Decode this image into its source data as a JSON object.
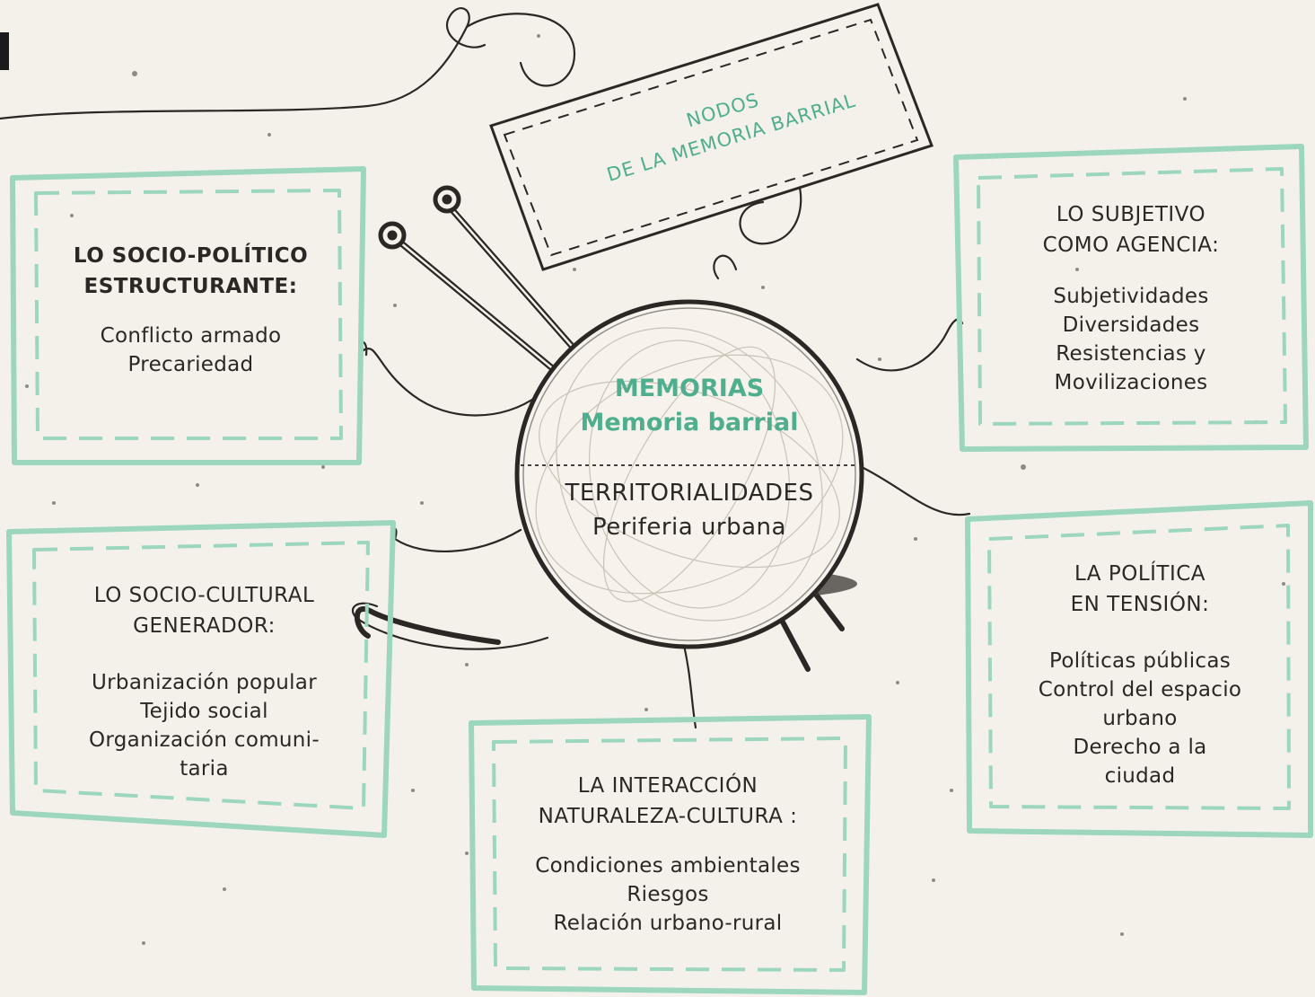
{
  "colors": {
    "accent": "#4fae8e",
    "frame": "#9cd6bd",
    "ink": "#2b2724",
    "paper": "#f4f1ea"
  },
  "tag": {
    "line1": "NODOS",
    "line2": "DE LA MEMORIA BARRIAL"
  },
  "center": {
    "top_title": "MEMORIAS",
    "top_subtitle": "Memoria barrial",
    "bottom_title": "TERRITORIALIDADES",
    "bottom_subtitle": "Periferia urbana"
  },
  "nodes": {
    "socio_politico": {
      "title1": "LO SOCIO-POLÍTICO",
      "title2": "ESTRUCTURANTE:",
      "items": [
        "Conflicto armado",
        "Precariedad"
      ]
    },
    "subjetivo": {
      "title1": "LO SUBJETIVO",
      "title2": "COMO AGENCIA:",
      "items": [
        "Subjetividades",
        "Diversidades",
        "Resistencias y",
        "Movilizaciones"
      ]
    },
    "socio_cultural": {
      "title1": "LO SOCIO-CULTURAL",
      "title2": "GENERADOR:",
      "items": [
        "Urbanización popular",
        "Tejido social",
        "Organización comuni-",
        "taria"
      ]
    },
    "politica": {
      "title1": "LA POLÍTICA",
      "title2": "EN TENSIÓN:",
      "items": [
        "Políticas públicas",
        "Control del espacio",
        "urbano",
        "Derecho a la",
        "ciudad"
      ]
    },
    "interaccion": {
      "title1": "LA INTERACCIÓN",
      "title2": "NATURALEZA-CULTURA :",
      "items": [
        "Condiciones ambientales",
        "Riesgos",
        "Relación urbano-rural"
      ]
    }
  }
}
